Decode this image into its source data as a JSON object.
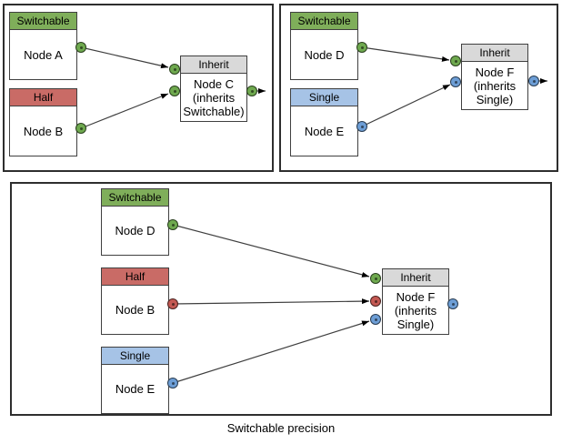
{
  "caption": "Switchable precision",
  "colors": {
    "switchable_header": "#7fae5a",
    "half_header": "#c96b66",
    "single_header": "#a6c3e6",
    "inherit_header": "#d9d9d9",
    "port_switchable": "#6fa94f",
    "port_half": "#c45953",
    "port_single": "#6d9ed6"
  },
  "panels": {
    "top_left": {
      "node_a": {
        "header": "Switchable",
        "line1": "Node A"
      },
      "node_b": {
        "header": "Half",
        "line1": "Node B"
      },
      "node_c": {
        "header": "Inherit",
        "line1": "Node C",
        "line2": "(inherits",
        "line3": "Switchable)"
      }
    },
    "top_right": {
      "node_d": {
        "header": "Switchable",
        "line1": "Node D"
      },
      "node_e": {
        "header": "Single",
        "line1": "Node E"
      },
      "node_f": {
        "header": "Inherit",
        "line1": "Node F",
        "line2": "(inherits",
        "line3": "Single)"
      }
    },
    "bottom": {
      "node_d": {
        "header": "Switchable",
        "line1": "Node D"
      },
      "node_b": {
        "header": "Half",
        "line1": "Node B"
      },
      "node_e": {
        "header": "Single",
        "line1": "Node E"
      },
      "node_f": {
        "header": "Inherit",
        "line1": "Node F",
        "line2": "(inherits",
        "line3": "Single)"
      }
    }
  }
}
